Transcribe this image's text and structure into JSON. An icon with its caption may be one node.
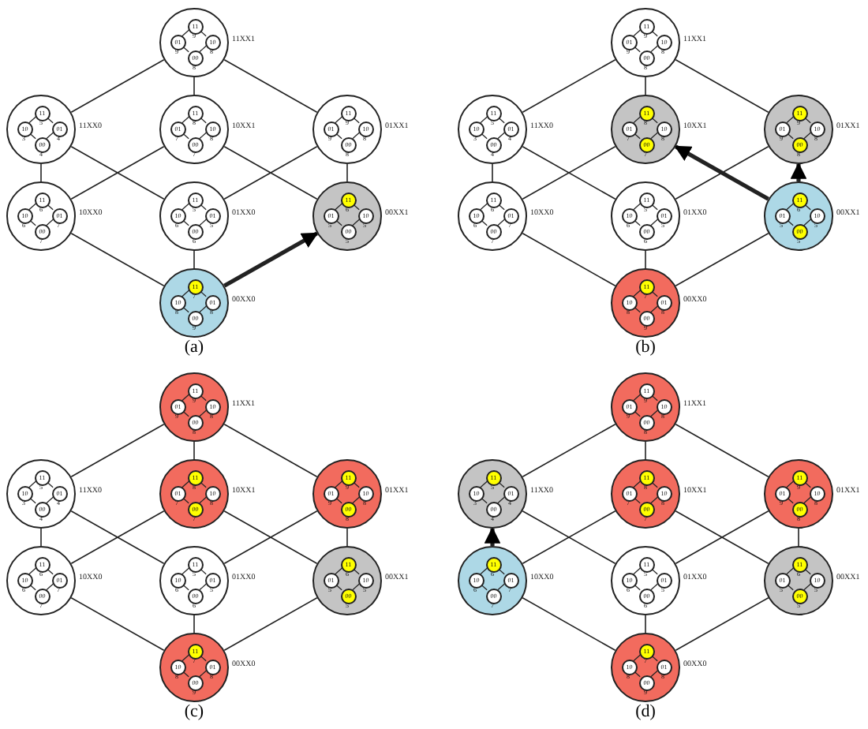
{
  "diagram": {
    "nodes": [
      {
        "text": [
          "11XX1"
        ]
      },
      {
        "text": [
          "11"
        ],
        "beside": [
          "9"
        ],
        "in": 0
      },
      {
        "text": [
          "01"
        ],
        "beside": [
          "9"
        ],
        "in": 0
      },
      {
        "text": [
          "10"
        ],
        "beside": [
          "8"
        ],
        "in": 0
      },
      {
        "text": [
          "00"
        ],
        "beside": [
          "8"
        ],
        "in": 0
      },
      {
        "text": [
          "11XX0"
        ]
      },
      {
        "text": [
          "11"
        ],
        "beside": [
          "5"
        ],
        "in": 5
      },
      {
        "text": [
          "10"
        ],
        "beside": [
          "3"
        ],
        "in": 5
      },
      {
        "text": [
          "01"
        ],
        "beside": [
          "4"
        ],
        "in": 5
      },
      {
        "text": [
          "00"
        ],
        "beside": [
          "4"
        ],
        "in": 5
      },
      {
        "text": [
          "10XX1"
        ]
      },
      {
        "text": [
          "11"
        ],
        "beside": [
          "8"
        ],
        "in": 10
      },
      {
        "text": [
          "01"
        ],
        "beside": [
          "7"
        ],
        "in": 10
      },
      {
        "text": [
          "10"
        ],
        "beside": [
          "8"
        ],
        "in": 10
      },
      {
        "text": [
          "00"
        ],
        "beside": [
          "7"
        ],
        "in": 10
      },
      {
        "text": [
          "01XX1"
        ]
      },
      {
        "text": [
          "11"
        ],
        "beside": [
          "9"
        ],
        "in": 15
      },
      {
        "text": [
          "01"
        ],
        "beside": [
          "9"
        ],
        "in": 15
      },
      {
        "text": [
          "10"
        ],
        "beside": [
          "8"
        ],
        "in": 15
      },
      {
        "text": [
          "00"
        ],
        "beside": [
          "8"
        ],
        "in": 15
      },
      {
        "text": [
          "10XX0"
        ]
      },
      {
        "text": [
          "11"
        ],
        "beside": [
          "6"
        ],
        "in": 20
      },
      {
        "text": [
          "10"
        ],
        "beside": [
          "6"
        ],
        "in": 20
      },
      {
        "text": [
          "01"
        ],
        "beside": [
          "7"
        ],
        "in": 20
      },
      {
        "text": [
          "00"
        ],
        "beside": [
          "7"
        ],
        "in": 20
      },
      {
        "text": [
          "01XX0"
        ]
      },
      {
        "text": [
          "11"
        ],
        "beside": [
          "5"
        ],
        "in": 25
      },
      {
        "text": [
          "10"
        ],
        "beside": [
          "6"
        ],
        "in": 25
      },
      {
        "text": [
          "01"
        ],
        "beside": [
          "5"
        ],
        "in": 25
      },
      {
        "text": [
          "00"
        ],
        "beside": [
          "6"
        ],
        "in": 25
      },
      {
        "text": [
          "00XX1"
        ]
      },
      {
        "text": [
          "11"
        ],
        "beside": [
          "6"
        ],
        "in": 30
      },
      {
        "text": [
          "01"
        ],
        "beside": [
          "5"
        ],
        "in": 30
      },
      {
        "text": [
          "10"
        ],
        "beside": [
          "5"
        ],
        "in": 30
      },
      {
        "text": [
          "00"
        ],
        "beside": [
          "5"
        ],
        "in": 30
      },
      {
        "text": [
          "00XX0"
        ]
      },
      {
        "text": [
          "11"
        ],
        "beside": [
          "7"
        ],
        "in": 35
      },
      {
        "text": [
          "10"
        ],
        "beside": [
          "8"
        ],
        "in": 35
      },
      {
        "text": [
          "01"
        ],
        "beside": [
          "8"
        ],
        "in": 35
      },
      {
        "text": [
          "00"
        ],
        "beside": [
          "9"
        ],
        "in": 35
      },
      {
        "text": [
          "11XX1"
        ]
      },
      {
        "text": [
          "11"
        ],
        "beside": [
          "9"
        ],
        "in": 40
      },
      {
        "text": [
          "01"
        ],
        "beside": [
          "9"
        ],
        "in": 40
      },
      {
        "text": [
          "10"
        ],
        "beside": [
          "8"
        ],
        "in": 40
      },
      {
        "text": [
          "00"
        ],
        "beside": [
          "8"
        ],
        "in": 40
      },
      {
        "text": [
          "11XX0"
        ]
      },
      {
        "text": [
          "11"
        ],
        "beside": [
          "5"
        ],
        "in": 45
      },
      {
        "text": [
          "10"
        ],
        "beside": [
          "3"
        ],
        "in": 45
      },
      {
        "text": [
          "01"
        ],
        "beside": [
          "4"
        ],
        "in": 45
      },
      {
        "text": [
          "00"
        ],
        "beside": [
          "4"
        ],
        "in": 45
      },
      {
        "text": [
          "10XX1"
        ]
      },
      {
        "text": [
          "11"
        ],
        "beside": [
          "8"
        ],
        "in": 50
      },
      {
        "text": [
          "01"
        ],
        "beside": [
          "7"
        ],
        "in": 50
      },
      {
        "text": [
          "10"
        ],
        "beside": [
          "8"
        ],
        "in": 50
      },
      {
        "text": [
          "00"
        ],
        "beside": [
          "7"
        ],
        "in": 50
      },
      {
        "text": [
          "01XX1"
        ]
      },
      {
        "text": [
          "11"
        ],
        "beside": [
          "9"
        ],
        "in": 55
      },
      {
        "text": [
          "01"
        ],
        "beside": [
          "9"
        ],
        "in": 55
      },
      {
        "text": [
          "10"
        ],
        "beside": [
          "8"
        ],
        "in": 55
      },
      {
        "text": [
          "00"
        ],
        "beside": [
          "8"
        ],
        "in": 55
      },
      {
        "text": [
          "10XX0"
        ]
      },
      {
        "text": [
          "11"
        ],
        "beside": [
          "6"
        ],
        "in": 60
      },
      {
        "text": [
          "10"
        ],
        "beside": [
          "6"
        ],
        "in": 60
      },
      {
        "text": [
          "01"
        ],
        "beside": [
          "7"
        ],
        "in": 60
      },
      {
        "text": [
          "00"
        ],
        "beside": [
          "7"
        ],
        "in": 60
      },
      {
        "text": [
          "01XX0"
        ]
      },
      {
        "text": [
          "11"
        ],
        "beside": [
          "5"
        ],
        "in": 65
      },
      {
        "text": [
          "10"
        ],
        "beside": [
          "6"
        ],
        "in": 65
      },
      {
        "text": [
          "01"
        ],
        "beside": [
          "5"
        ],
        "in": 65
      },
      {
        "text": [
          "00"
        ],
        "beside": [
          "6"
        ],
        "in": 65
      },
      {
        "text": [
          "00XX1"
        ]
      },
      {
        "text": [
          "11"
        ],
        "beside": [
          "6"
        ],
        "in": 70
      },
      {
        "text": [
          "01"
        ],
        "beside": [
          "5"
        ],
        "in": 70
      },
      {
        "text": [
          "10"
        ],
        "beside": [
          "5"
        ],
        "in": 70
      },
      {
        "text": [
          "00"
        ],
        "beside": [
          "5"
        ],
        "in": 70
      },
      {
        "text": [
          "00XX0"
        ]
      },
      {
        "text": [
          "11"
        ],
        "beside": [
          "7"
        ],
        "in": 75
      },
      {
        "text": [
          "10"
        ],
        "beside": [
          "8"
        ],
        "in": 75
      },
      {
        "text": [
          "01"
        ],
        "beside": [
          "8"
        ],
        "in": 75
      },
      {
        "text": [
          "00"
        ],
        "beside": [
          "9"
        ],
        "in": 75
      },
      {
        "text": [
          "11XX1"
        ]
      },
      {
        "text": [
          "11"
        ],
        "beside": [
          "9"
        ],
        "in": 80
      },
      {
        "text": [
          "01"
        ],
        "beside": [
          "9"
        ],
        "in": 80
      },
      {
        "text": [
          "10"
        ],
        "beside": [
          "8"
        ],
        "in": 80
      },
      {
        "text": [
          "00"
        ],
        "beside": [
          "8"
        ],
        "in": 80
      },
      {
        "text": [
          "11XX0"
        ]
      },
      {
        "text": [
          "11"
        ],
        "beside": [
          "5"
        ],
        "in": 85
      },
      {
        "text": [
          "10"
        ],
        "beside": [
          "3"
        ],
        "in": 85
      },
      {
        "text": [
          "01"
        ],
        "beside": [
          "4"
        ],
        "in": 85
      },
      {
        "text": [
          "00"
        ],
        "beside": [
          "4"
        ],
        "in": 85
      },
      {
        "text": [
          "10XX1"
        ]
      },
      {
        "text": [
          "11"
        ],
        "beside": [
          "8"
        ],
        "in": 90
      },
      {
        "text": [
          "01"
        ],
        "beside": [
          "7"
        ],
        "in": 90
      },
      {
        "text": [
          "10"
        ],
        "beside": [
          "8"
        ],
        "in": 90
      },
      {
        "text": [
          "00"
        ],
        "beside": [
          "7"
        ],
        "in": 90
      },
      {
        "text": [
          "01XX1"
        ]
      },
      {
        "text": [
          "11"
        ],
        "beside": [
          "9"
        ],
        "in": 95
      },
      {
        "text": [
          "01"
        ],
        "beside": [
          "9"
        ],
        "in": 95
      },
      {
        "text": [
          "10"
        ],
        "beside": [
          "8"
        ],
        "in": 95
      },
      {
        "text": [
          "00"
        ],
        "beside": [
          "8"
        ],
        "in": 95
      },
      {
        "text": [
          "10XX0"
        ]
      },
      {
        "text": [
          "11"
        ],
        "beside": [
          "6"
        ],
        "in": 100
      },
      {
        "text": [
          "10"
        ],
        "beside": [
          "6"
        ],
        "in": 100
      },
      {
        "text": [
          "01"
        ],
        "beside": [
          "7"
        ],
        "in": 100
      },
      {
        "text": [
          "00"
        ],
        "beside": [
          "7"
        ],
        "in": 100
      },
      {
        "text": [
          "01XX0"
        ]
      },
      {
        "text": [
          "11"
        ],
        "beside": [
          "5"
        ],
        "in": 105
      },
      {
        "text": [
          "10"
        ],
        "beside": [
          "6"
        ],
        "in": 105
      },
      {
        "text": [
          "01"
        ],
        "beside": [
          "5"
        ],
        "in": 105
      },
      {
        "text": [
          "00"
        ],
        "beside": [
          "6"
        ],
        "in": 105
      },
      {
        "text": [
          "00XX1"
        ]
      },
      {
        "text": [
          "11"
        ],
        "beside": [
          "6"
        ],
        "in": 110
      },
      {
        "text": [
          "01"
        ],
        "beside": [
          "5"
        ],
        "in": 110
      },
      {
        "text": [
          "10"
        ],
        "beside": [
          "5"
        ],
        "in": 110
      },
      {
        "text": [
          "00"
        ],
        "beside": [
          "5"
        ],
        "in": 110
      },
      {
        "text": [
          "00XX0"
        ]
      },
      {
        "text": [
          "11"
        ],
        "beside": [
          "7"
        ],
        "in": 115
      },
      {
        "text": [
          "10"
        ],
        "beside": [
          "8"
        ],
        "in": 115
      },
      {
        "text": [
          "01"
        ],
        "beside": [
          "8"
        ],
        "in": 115
      },
      {
        "text": [
          "00"
        ],
        "beside": [
          "9"
        ],
        "in": 115
      },
      {
        "text": [
          "11XX1"
        ]
      },
      {
        "text": [
          "11"
        ],
        "beside": [
          "9"
        ],
        "in": 120
      },
      {
        "text": [
          "01"
        ],
        "beside": [
          "9"
        ],
        "in": 120
      },
      {
        "text": [
          "10"
        ],
        "beside": [
          "8"
        ],
        "in": 120
      },
      {
        "text": [
          "00"
        ],
        "beside": [
          "8"
        ],
        "in": 120
      },
      {
        "text": [
          "11XX0"
        ]
      },
      {
        "text": [
          "11"
        ],
        "beside": [
          "5"
        ],
        "in": 125
      },
      {
        "text": [
          "10"
        ],
        "beside": [
          "3"
        ],
        "in": 125
      },
      {
        "text": [
          "01"
        ],
        "beside": [
          "4"
        ],
        "in": 125
      },
      {
        "text": [
          "00"
        ],
        "beside": [
          "4"
        ],
        "in": 125
      },
      {
        "text": [
          "10XX1"
        ]
      },
      {
        "text": [
          "11"
        ],
        "beside": [
          "8"
        ],
        "in": 130
      },
      {
        "text": [
          "01"
        ],
        "beside": [
          "7"
        ],
        "in": 130
      },
      {
        "text": [
          "10"
        ],
        "beside": [
          "8"
        ],
        "in": 130
      },
      {
        "text": [
          "00"
        ],
        "beside": [
          "7"
        ],
        "in": 130
      },
      {
        "text": [
          "01XX1"
        ]
      },
      {
        "text": [
          "11"
        ],
        "beside": [
          "9"
        ],
        "in": 135
      },
      {
        "text": [
          "01"
        ],
        "beside": [
          "9"
        ],
        "in": 135
      },
      {
        "text": [
          "10"
        ],
        "beside": [
          "8"
        ],
        "in": 135
      },
      {
        "text": [
          "00"
        ],
        "beside": [
          "8"
        ],
        "in": 135
      },
      {
        "text": [
          "10XX0"
        ]
      },
      {
        "text": [
          "11"
        ],
        "beside": [
          "6"
        ],
        "in": 140
      },
      {
        "text": [
          "10"
        ],
        "beside": [
          "6"
        ],
        "in": 140
      },
      {
        "text": [
          "01"
        ],
        "beside": [
          "7"
        ],
        "in": 140
      },
      {
        "text": [
          "00"
        ],
        "beside": [
          "7"
        ],
        "in": 140
      },
      {
        "text": [
          "01XX0"
        ]
      },
      {
        "text": [
          "11"
        ],
        "beside": [
          "5"
        ],
        "in": 145
      },
      {
        "text": [
          "10"
        ],
        "beside": [
          "6"
        ],
        "in": 145
      },
      {
        "text": [
          "01"
        ],
        "beside": [
          "5"
        ],
        "in": 145
      },
      {
        "text": [
          "00"
        ],
        "beside": [
          "6"
        ],
        "in": 145
      },
      {
        "text": [
          "00XX1"
        ]
      },
      {
        "text": [
          "11"
        ],
        "beside": [
          "6"
        ],
        "in": 150
      },
      {
        "text": [
          "01"
        ],
        "beside": [
          "5"
        ],
        "in": 150
      },
      {
        "text": [
          "10"
        ],
        "beside": [
          "5"
        ],
        "in": 150
      },
      {
        "text": [
          "00"
        ],
        "beside": [
          "5"
        ],
        "in": 150
      },
      {
        "text": [
          "00XX0"
        ]
      },
      {
        "text": [
          "11"
        ],
        "beside": [
          "7"
        ],
        "in": 155
      },
      {
        "text": [
          "10"
        ],
        "beside": [
          "8"
        ],
        "in": 155
      },
      {
        "text": [
          "01"
        ],
        "beside": [
          "8"
        ],
        "in": 155
      },
      {
        "text": [
          "00"
        ],
        "beside": [
          "9"
        ],
        "in": 155
      }
    ],
    "edges": [
      {
        "from": 0,
        "to": 5,
        "arrow": "none"
      },
      {
        "from": 0,
        "to": 10,
        "arrow": "none"
      },
      {
        "from": 0,
        "to": 15,
        "arrow": "none"
      },
      {
        "from": 5,
        "to": 20,
        "arrow": "none"
      },
      {
        "from": 5,
        "to": 25,
        "arrow": "none"
      },
      {
        "from": 10,
        "to": 20,
        "arrow": "none"
      },
      {
        "from": 10,
        "to": 30,
        "arrow": "none"
      },
      {
        "from": 15,
        "to": 25,
        "arrow": "none"
      },
      {
        "from": 15,
        "to": 30,
        "arrow": "none"
      },
      {
        "from": 20,
        "to": 35,
        "arrow": "none"
      },
      {
        "from": 25,
        "to": 35,
        "arrow": "none"
      },
      {
        "from": 35,
        "to": 30,
        "arrow": "to",
        "style": "thick"
      },
      {
        "from": 40,
        "to": 45,
        "arrow": "none"
      },
      {
        "from": 40,
        "to": 50,
        "arrow": "none"
      },
      {
        "from": 40,
        "to": 55,
        "arrow": "none"
      },
      {
        "from": 45,
        "to": 60,
        "arrow": "none"
      },
      {
        "from": 45,
        "to": 65,
        "arrow": "none"
      },
      {
        "from": 50,
        "to": 60,
        "arrow": "none"
      },
      {
        "from": 70,
        "to": 50,
        "arrow": "to",
        "style": "thick"
      },
      {
        "from": 55,
        "to": 65,
        "arrow": "none"
      },
      {
        "from": 70,
        "to": 55,
        "arrow": "to",
        "style": "thick"
      },
      {
        "from": 60,
        "to": 75,
        "arrow": "none"
      },
      {
        "from": 65,
        "to": 75,
        "arrow": "none"
      },
      {
        "from": 70,
        "to": 75,
        "arrow": "none"
      },
      {
        "from": 80,
        "to": 85,
        "arrow": "none"
      },
      {
        "from": 80,
        "to": 90,
        "arrow": "none"
      },
      {
        "from": 80,
        "to": 95,
        "arrow": "none"
      },
      {
        "from": 85,
        "to": 100,
        "arrow": "none"
      },
      {
        "from": 85,
        "to": 105,
        "arrow": "none"
      },
      {
        "from": 90,
        "to": 100,
        "arrow": "none"
      },
      {
        "from": 90,
        "to": 110,
        "arrow": "none"
      },
      {
        "from": 95,
        "to": 105,
        "arrow": "none"
      },
      {
        "from": 95,
        "to": 110,
        "arrow": "none"
      },
      {
        "from": 100,
        "to": 115,
        "arrow": "none"
      },
      {
        "from": 105,
        "to": 115,
        "arrow": "none"
      },
      {
        "from": 110,
        "to": 115,
        "arrow": "none"
      },
      {
        "from": 120,
        "to": 125,
        "arrow": "none"
      },
      {
        "from": 120,
        "to": 130,
        "arrow": "none"
      },
      {
        "from": 120,
        "to": 135,
        "arrow": "none"
      },
      {
        "from": 140,
        "to": 125,
        "arrow": "to",
        "style": "thick"
      },
      {
        "from": 125,
        "to": 145,
        "arrow": "none"
      },
      {
        "from": 130,
        "to": 140,
        "arrow": "none"
      },
      {
        "from": 130,
        "to": 150,
        "arrow": "none"
      },
      {
        "from": 135,
        "to": 145,
        "arrow": "none"
      },
      {
        "from": 135,
        "to": 150,
        "arrow": "none"
      },
      {
        "from": 140,
        "to": 155,
        "arrow": "none"
      },
      {
        "from": 145,
        "to": 155,
        "arrow": "none"
      },
      {
        "from": 150,
        "to": 155,
        "arrow": "none"
      },
      {
        "from": 1,
        "to": 2,
        "arrow": "none"
      },
      {
        "from": 1,
        "to": 3,
        "arrow": "none"
      },
      {
        "from": 2,
        "to": 4,
        "arrow": "none"
      },
      {
        "from": 3,
        "to": 4,
        "arrow": "none"
      },
      {
        "from": 6,
        "to": 7,
        "arrow": "none"
      },
      {
        "from": 6,
        "to": 8,
        "arrow": "none"
      },
      {
        "from": 7,
        "to": 9,
        "arrow": "none"
      },
      {
        "from": 8,
        "to": 9,
        "arrow": "none"
      },
      {
        "from": 11,
        "to": 12,
        "arrow": "none"
      },
      {
        "from": 11,
        "to": 13,
        "arrow": "none"
      },
      {
        "from": 12,
        "to": 14,
        "arrow": "none"
      },
      {
        "from": 13,
        "to": 14,
        "arrow": "none"
      },
      {
        "from": 16,
        "to": 17,
        "arrow": "none"
      },
      {
        "from": 16,
        "to": 18,
        "arrow": "none"
      },
      {
        "from": 17,
        "to": 19,
        "arrow": "none"
      },
      {
        "from": 18,
        "to": 19,
        "arrow": "none"
      },
      {
        "from": 21,
        "to": 22,
        "arrow": "none"
      },
      {
        "from": 21,
        "to": 23,
        "arrow": "none"
      },
      {
        "from": 22,
        "to": 24,
        "arrow": "none"
      },
      {
        "from": 23,
        "to": 24,
        "arrow": "none"
      },
      {
        "from": 26,
        "to": 27,
        "arrow": "none"
      },
      {
        "from": 26,
        "to": 28,
        "arrow": "none"
      },
      {
        "from": 27,
        "to": 29,
        "arrow": "none"
      },
      {
        "from": 28,
        "to": 29,
        "arrow": "none"
      },
      {
        "from": 31,
        "to": 32,
        "arrow": "none"
      },
      {
        "from": 31,
        "to": 33,
        "arrow": "none"
      },
      {
        "from": 32,
        "to": 34,
        "arrow": "none"
      },
      {
        "from": 33,
        "to": 34,
        "arrow": "none"
      },
      {
        "from": 36,
        "to": 37,
        "arrow": "none"
      },
      {
        "from": 36,
        "to": 38,
        "arrow": "none"
      },
      {
        "from": 37,
        "to": 39,
        "arrow": "none"
      },
      {
        "from": 38,
        "to": 39,
        "arrow": "none"
      },
      {
        "from": 41,
        "to": 42,
        "arrow": "none"
      },
      {
        "from": 41,
        "to": 43,
        "arrow": "none"
      },
      {
        "from": 42,
        "to": 44,
        "arrow": "none"
      },
      {
        "from": 43,
        "to": 44,
        "arrow": "none"
      },
      {
        "from": 46,
        "to": 47,
        "arrow": "none"
      },
      {
        "from": 46,
        "to": 48,
        "arrow": "none"
      },
      {
        "from": 47,
        "to": 49,
        "arrow": "none"
      },
      {
        "from": 48,
        "to": 49,
        "arrow": "none"
      },
      {
        "from": 51,
        "to": 52,
        "arrow": "none"
      },
      {
        "from": 51,
        "to": 53,
        "arrow": "none"
      },
      {
        "from": 52,
        "to": 54,
        "arrow": "none"
      },
      {
        "from": 53,
        "to": 54,
        "arrow": "none"
      },
      {
        "from": 56,
        "to": 57,
        "arrow": "none"
      },
      {
        "from": 56,
        "to": 58,
        "arrow": "none"
      },
      {
        "from": 57,
        "to": 59,
        "arrow": "none"
      },
      {
        "from": 58,
        "to": 59,
        "arrow": "none"
      },
      {
        "from": 61,
        "to": 62,
        "arrow": "none"
      },
      {
        "from": 61,
        "to": 63,
        "arrow": "none"
      },
      {
        "from": 62,
        "to": 64,
        "arrow": "none"
      },
      {
        "from": 63,
        "to": 64,
        "arrow": "none"
      },
      {
        "from": 66,
        "to": 67,
        "arrow": "none"
      },
      {
        "from": 66,
        "to": 68,
        "arrow": "none"
      },
      {
        "from": 67,
        "to": 69,
        "arrow": "none"
      },
      {
        "from": 68,
        "to": 69,
        "arrow": "none"
      },
      {
        "from": 71,
        "to": 72,
        "arrow": "none"
      },
      {
        "from": 71,
        "to": 73,
        "arrow": "none"
      },
      {
        "from": 72,
        "to": 74,
        "arrow": "none"
      },
      {
        "from": 73,
        "to": 74,
        "arrow": "none"
      },
      {
        "from": 76,
        "to": 77,
        "arrow": "none"
      },
      {
        "from": 76,
        "to": 78,
        "arrow": "none"
      },
      {
        "from": 77,
        "to": 79,
        "arrow": "none"
      },
      {
        "from": 78,
        "to": 79,
        "arrow": "none"
      },
      {
        "from": 81,
        "to": 82,
        "arrow": "none"
      },
      {
        "from": 81,
        "to": 83,
        "arrow": "none"
      },
      {
        "from": 82,
        "to": 84,
        "arrow": "none"
      },
      {
        "from": 83,
        "to": 84,
        "arrow": "none"
      },
      {
        "from": 86,
        "to": 87,
        "arrow": "none"
      },
      {
        "from": 86,
        "to": 88,
        "arrow": "none"
      },
      {
        "from": 87,
        "to": 89,
        "arrow": "none"
      },
      {
        "from": 88,
        "to": 89,
        "arrow": "none"
      },
      {
        "from": 91,
        "to": 92,
        "arrow": "none"
      },
      {
        "from": 91,
        "to": 93,
        "arrow": "none"
      },
      {
        "from": 92,
        "to": 94,
        "arrow": "none"
      },
      {
        "from": 93,
        "to": 94,
        "arrow": "none"
      },
      {
        "from": 96,
        "to": 97,
        "arrow": "none"
      },
      {
        "from": 96,
        "to": 98,
        "arrow": "none"
      },
      {
        "from": 97,
        "to": 99,
        "arrow": "none"
      },
      {
        "from": 98,
        "to": 99,
        "arrow": "none"
      },
      {
        "from": 101,
        "to": 102,
        "arrow": "none"
      },
      {
        "from": 101,
        "to": 103,
        "arrow": "none"
      },
      {
        "from": 102,
        "to": 104,
        "arrow": "none"
      },
      {
        "from": 103,
        "to": 104,
        "arrow": "none"
      },
      {
        "from": 106,
        "to": 107,
        "arrow": "none"
      },
      {
        "from": 106,
        "to": 108,
        "arrow": "none"
      },
      {
        "from": 107,
        "to": 109,
        "arrow": "none"
      },
      {
        "from": 108,
        "to": 109,
        "arrow": "none"
      },
      {
        "from": 111,
        "to": 112,
        "arrow": "none"
      },
      {
        "from": 111,
        "to": 113,
        "arrow": "none"
      },
      {
        "from": 112,
        "to": 114,
        "arrow": "none"
      },
      {
        "from": 113,
        "to": 114,
        "arrow": "none"
      },
      {
        "from": 116,
        "to": 117,
        "arrow": "none"
      },
      {
        "from": 116,
        "to": 118,
        "arrow": "none"
      },
      {
        "from": 117,
        "to": 119,
        "arrow": "none"
      },
      {
        "from": 118,
        "to": 119,
        "arrow": "none"
      },
      {
        "from": 121,
        "to": 122,
        "arrow": "none"
      },
      {
        "from": 121,
        "to": 123,
        "arrow": "none"
      },
      {
        "from": 122,
        "to": 124,
        "arrow": "none"
      },
      {
        "from": 123,
        "to": 124,
        "arrow": "none"
      },
      {
        "from": 126,
        "to": 127,
        "arrow": "none"
      },
      {
        "from": 126,
        "to": 128,
        "arrow": "none"
      },
      {
        "from": 127,
        "to": 129,
        "arrow": "none"
      },
      {
        "from": 128,
        "to": 129,
        "arrow": "none"
      },
      {
        "from": 131,
        "to": 132,
        "arrow": "none"
      },
      {
        "from": 131,
        "to": 133,
        "arrow": "none"
      },
      {
        "from": 132,
        "to": 134,
        "arrow": "none"
      },
      {
        "from": 133,
        "to": 134,
        "arrow": "none"
      },
      {
        "from": 136,
        "to": 137,
        "arrow": "none"
      },
      {
        "from": 136,
        "to": 138,
        "arrow": "none"
      },
      {
        "from": 137,
        "to": 139,
        "arrow": "none"
      },
      {
        "from": 138,
        "to": 139,
        "arrow": "none"
      },
      {
        "from": 141,
        "to": 142,
        "arrow": "none"
      },
      {
        "from": 141,
        "to": 143,
        "arrow": "none"
      },
      {
        "from": 142,
        "to": 144,
        "arrow": "none"
      },
      {
        "from": 143,
        "to": 144,
        "arrow": "none"
      },
      {
        "from": 146,
        "to": 147,
        "arrow": "none"
      },
      {
        "from": 146,
        "to": 148,
        "arrow": "none"
      },
      {
        "from": 147,
        "to": 149,
        "arrow": "none"
      },
      {
        "from": 148,
        "to": 149,
        "arrow": "none"
      },
      {
        "from": 151,
        "to": 152,
        "arrow": "none"
      },
      {
        "from": 151,
        "to": 153,
        "arrow": "none"
      },
      {
        "from": 152,
        "to": 154,
        "arrow": "none"
      },
      {
        "from": 153,
        "to": 154,
        "arrow": "none"
      },
      {
        "from": 156,
        "to": 157,
        "arrow": "none"
      },
      {
        "from": 156,
        "to": 158,
        "arrow": "none"
      },
      {
        "from": 157,
        "to": 159,
        "arrow": "none"
      },
      {
        "from": 158,
        "to": 159,
        "arrow": "none"
      }
    ],
    "labels": [
      "(a)",
      "(b)",
      "(c)",
      "(d)"
    ]
  }
}
